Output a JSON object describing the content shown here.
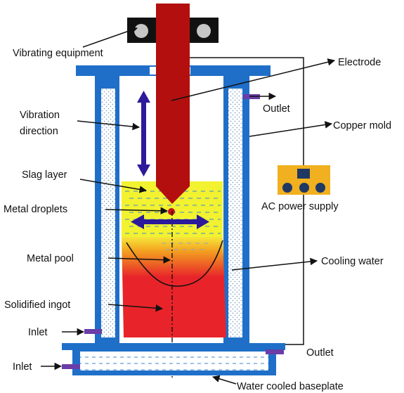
{
  "labels": {
    "vibrating_equipment": "Vibrating equipment",
    "electrode": "Electrode",
    "outlet_top": "Outlet",
    "vibration_direction_line1": "Vibration",
    "vibration_direction_line2": "direction",
    "copper_mold": "Copper mold",
    "slag_layer": "Slag layer",
    "metal_droplets": "Metal droplets",
    "ac_power_supply": "AC power supply",
    "metal_pool": "Metal pool",
    "cooling_water": "Cooling water",
    "solidified_ingot": "Solidified ingot",
    "inlet_mold": "Inlet",
    "outlet_base": "Outlet",
    "inlet_base": "Inlet",
    "water_cooled_baseplate": "Water cooled baseplate"
  },
  "icons": {
    "vibrator_wheels": "circle-icon",
    "vibration_arrow_vertical": "double-arrow-vertical-icon",
    "vibration_arrow_horizontal": "double-arrow-horizontal-icon",
    "power_supply": "power-supply-icon"
  },
  "colors": {
    "mold_blue": "#1f6fc9",
    "electrode_red": "#b30f0f",
    "slag_yellow": "#f2f230",
    "metal_red": "#e8242a",
    "vibration_arrow": "#2c1a9a",
    "port_purple": "#6a3da8",
    "power_supply_orange": "#f0b020",
    "power_supply_dark": "#1f3864"
  }
}
